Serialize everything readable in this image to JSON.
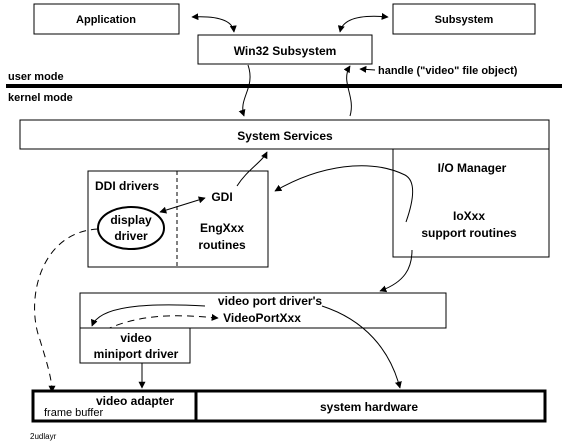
{
  "boxes": {
    "application": "Application",
    "subsystem": "Subsystem",
    "win32_subsystem": "Win32 Subsystem",
    "system_services": "System Services",
    "io_manager": "I/O Manager",
    "ioxxx_line1": "IoXxx",
    "ioxxx_line2": "support routines",
    "ddi_drivers": "DDI drivers",
    "gdi": "GDI",
    "engxxx_line1": "EngXxx",
    "engxxx_line2": "routines",
    "display_driver_line1": "display",
    "display_driver_line2": "driver",
    "video_port_line1": "video port driver's",
    "video_port_line2": "VideoPortXxx",
    "video_miniport_line1": "video",
    "video_miniport_line2": "miniport driver",
    "video_adapter": "video adapter",
    "frame_buffer": "frame buffer",
    "system_hardware": "system hardware"
  },
  "labels": {
    "user_mode": "user mode",
    "kernel_mode": "kernel mode",
    "handle": "handle (\"video\" file object)",
    "figure_id": "2udlayr"
  }
}
